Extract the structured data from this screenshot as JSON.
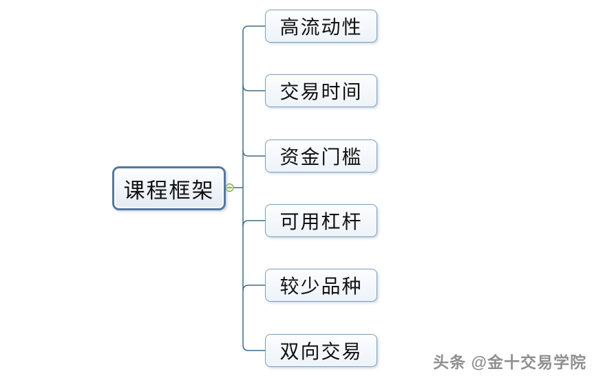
{
  "mindmap": {
    "root": {
      "label": "课程框架"
    },
    "children": [
      {
        "label": "高流动性"
      },
      {
        "label": "交易时间"
      },
      {
        "label": "资金门槛"
      },
      {
        "label": "可用杠杆"
      },
      {
        "label": "较少品种"
      },
      {
        "label": "双向交易"
      }
    ],
    "collapse_icon": "minus-circle"
  },
  "watermark": {
    "text": "头条 @金十交易学院"
  },
  "colors": {
    "root_border": "#55779f",
    "root_fill_top": "#fdfeff",
    "root_fill_bottom": "#e3ebf4",
    "child_border": "#7d9cb8",
    "child_fill_top": "#fcfdfe",
    "child_fill_bottom": "#edf3f9",
    "connector_line": "#3e6a88",
    "collapse_circle_fill": "#ecf5d3",
    "collapse_circle_stroke": "#7da647",
    "text": "#111111",
    "watermark_text": "#8f8f8f",
    "background": "#ffffff"
  }
}
